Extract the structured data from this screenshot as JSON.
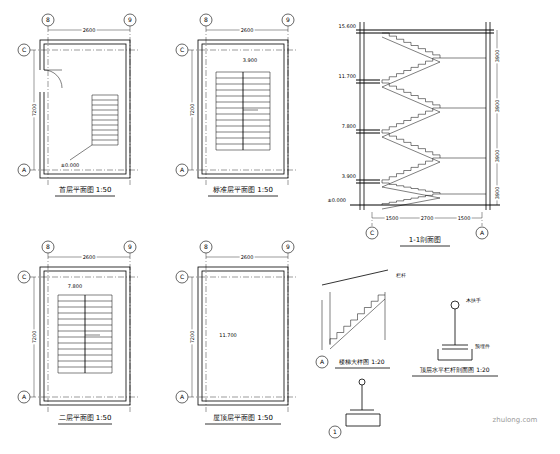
{
  "diagram": {
    "labels": [
      "首层平面图 1:50",
      "标准层平面图 1:50",
      "二层平面图 1:50",
      "屋顶层平面图 1:50",
      "1-1剖面图",
      "楼梯大样图 1:20",
      "A",
      "顶层水平栏杆剖面图 1:20",
      "1",
      "zhulong.com",
      "8",
      "9",
      "C",
      "A",
      "8",
      "9",
      "C",
      "A",
      "8",
      "9",
      "C",
      "A",
      "8",
      "9",
      "C",
      "A",
      "C",
      "A",
      "2600",
      "7200",
      "2600",
      "7200",
      "2600",
      "7200",
      "2600",
      "7200",
      "±0.000",
      "3.900",
      "7.800",
      "11.700",
      "15.600",
      "11.700",
      "7.800",
      "3.900",
      "±0.000",
      "3900",
      "3900",
      "3900",
      "3900",
      "1500",
      "2700",
      "1500",
      "栏杆",
      "木扶手",
      "预埋件"
    ]
  }
}
